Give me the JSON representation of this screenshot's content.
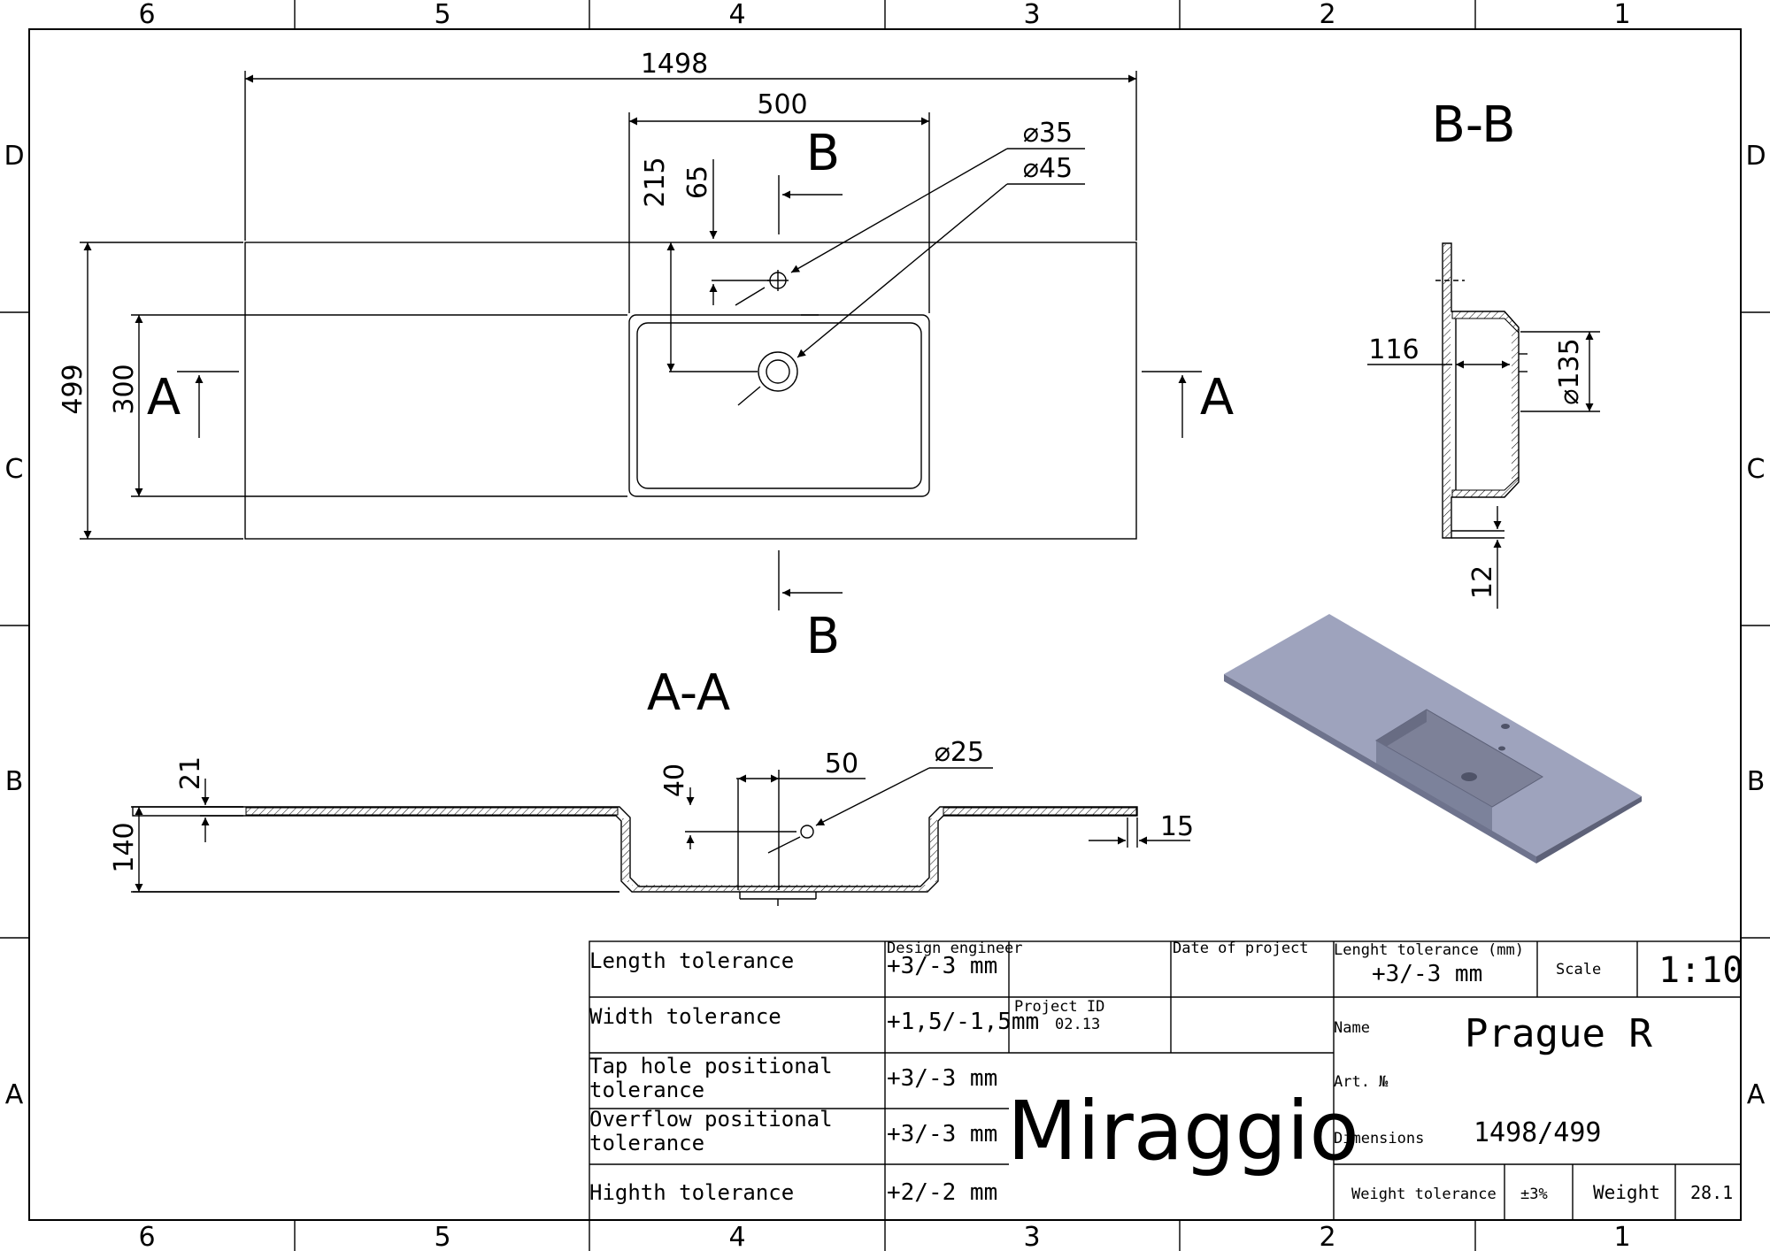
{
  "frame": {
    "columns_top": [
      "6",
      "5",
      "4",
      "3",
      "2",
      "1"
    ],
    "columns_bottom": [
      "6",
      "5",
      "4",
      "3",
      "2",
      "1"
    ],
    "rows_left": [
      "D",
      "C",
      "B",
      "A"
    ],
    "rows_right": [
      "D",
      "C",
      "B",
      "A"
    ]
  },
  "top_view": {
    "dim_length": "1498",
    "dim_bowl_width": "500",
    "dim_depth": "499",
    "dim_bowl_depth": "300",
    "dim_tap_offset": "215",
    "dim_overflow_offset": "65",
    "dim_hole_a": "⌀35",
    "dim_hole_b": "⌀45",
    "section_a_left": "A",
    "section_a_right": "A",
    "section_b_top": "B",
    "section_b_bottom": "B"
  },
  "section_aa": {
    "title": "A-A",
    "dim_slab": "21",
    "dim_height": "140",
    "dim_top": "40",
    "dim_offset": "50",
    "dim_hole": "⌀25",
    "dim_edge": "15"
  },
  "section_bb": {
    "title": "B-B",
    "dim_depth": "116",
    "dim_hole": "⌀135",
    "dim_thickness": "12"
  },
  "title_block": {
    "tolerances": [
      {
        "label": "Length tolerance",
        "value": "+3/-3 mm"
      },
      {
        "label": "Width tolerance",
        "value": "+1,5/-1,5mm"
      },
      {
        "label": "Tap hole positional\ntolerance",
        "value": "+3/-3 mm"
      },
      {
        "label": "Overflow positional\ntolerance",
        "value": "+3/-3 mm"
      },
      {
        "label": "Highth tolerance",
        "value": "+2/-2 mm"
      }
    ],
    "design_engineer_label": "Design engineer",
    "date_label": "Date of project",
    "project_id_label": "Project ID",
    "project_id_value": "02.13",
    "brand": "Miraggio",
    "length_tol_label": "Lenght tolerance (mm)",
    "length_tol_value": "+3/-3 mm",
    "scale_label": "Scale",
    "scale_value": "1:10",
    "name_label": "Name",
    "name_value": "Prague R",
    "art_label": "Art. №",
    "dimensions_label": "Dimensions",
    "dimensions_value": "1498/499",
    "weight_tol_label": "Weight tolerance",
    "weight_tol_value": "±3%",
    "weight_label": "Weight",
    "weight_value": "28.1"
  },
  "colors": {
    "ink": "#000000",
    "render_top": "#9ea3bd",
    "render_side": "#6e738d",
    "render_bowl": "#7d8198"
  }
}
